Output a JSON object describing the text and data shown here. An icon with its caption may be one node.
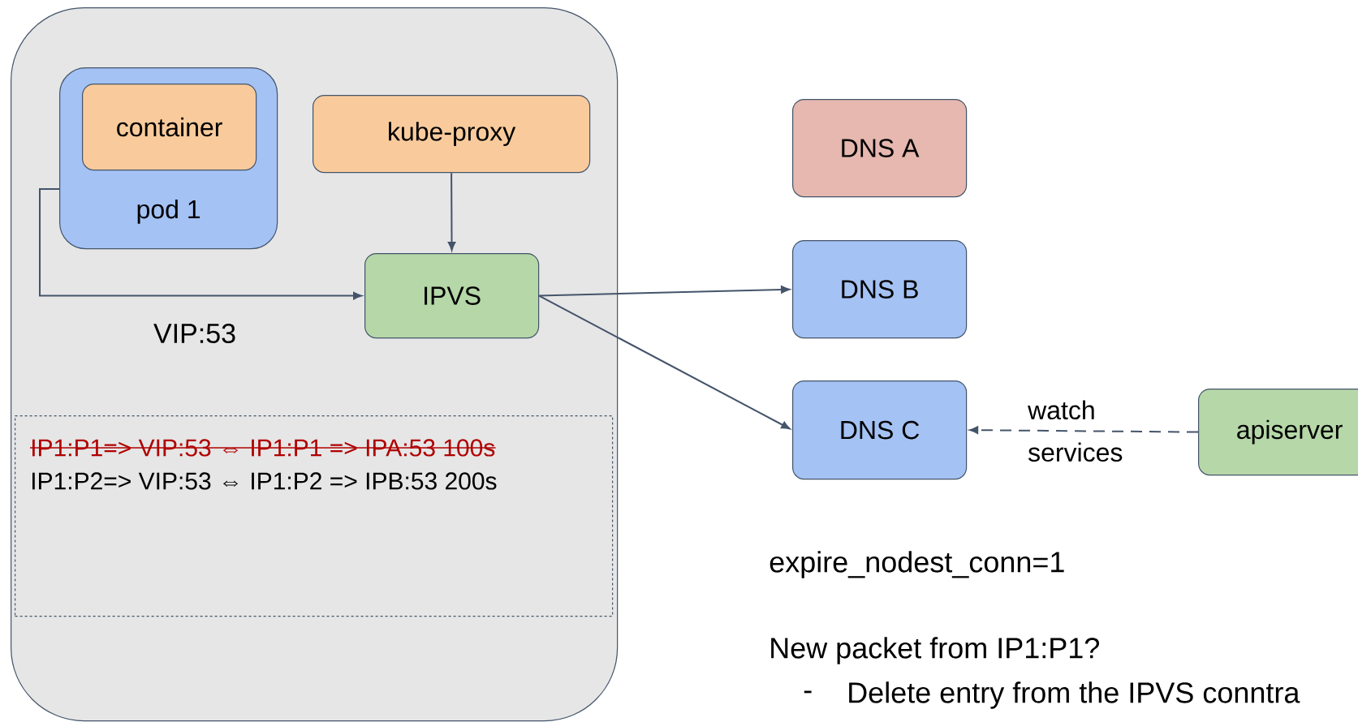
{
  "diagram": {
    "nodes": [
      {
        "text": [],
        "shape": "box"
      },
      {
        "text": [
          "pod 1"
        ],
        "in": 0
      },
      {
        "text": [
          "container"
        ],
        "in": 1
      },
      {
        "text": [
          "kube-proxy"
        ],
        "in": 0
      },
      {
        "text": [
          "IPVS"
        ],
        "in": 0
      },
      {
        "text": [
          "IP1:P1=> VIP:53  ⇔  IP1:P1 => IPA:53 100s",
          "IP1:P2=> VIP:53  ⇔  IP1:P2 => IPB:53 200s"
        ],
        "in": 0
      },
      {
        "text": [
          "DNS A"
        ]
      },
      {
        "text": [
          "DNS B"
        ]
      },
      {
        "text": [
          "DNS C"
        ]
      },
      {
        "text": [
          "apiserver"
        ]
      }
    ],
    "edges": [
      {
        "from": 3,
        "to": 4,
        "arrow": "to"
      },
      {
        "from": 1,
        "to": 4,
        "arrow": "to"
      },
      {
        "from": 4,
        "to": 7,
        "arrow": "to"
      },
      {
        "from": 4,
        "to": 8,
        "arrow": "to"
      },
      {
        "from": 9,
        "to": 8,
        "arrow": "to",
        "label": "watch services",
        "style": "dashed"
      }
    ],
    "labels": [
      "VIP:53",
      "expire_nodest_conn=1",
      "New packet from IP1:P1?",
      "-",
      "Delete entry from the IPVS conntra"
    ]
  }
}
